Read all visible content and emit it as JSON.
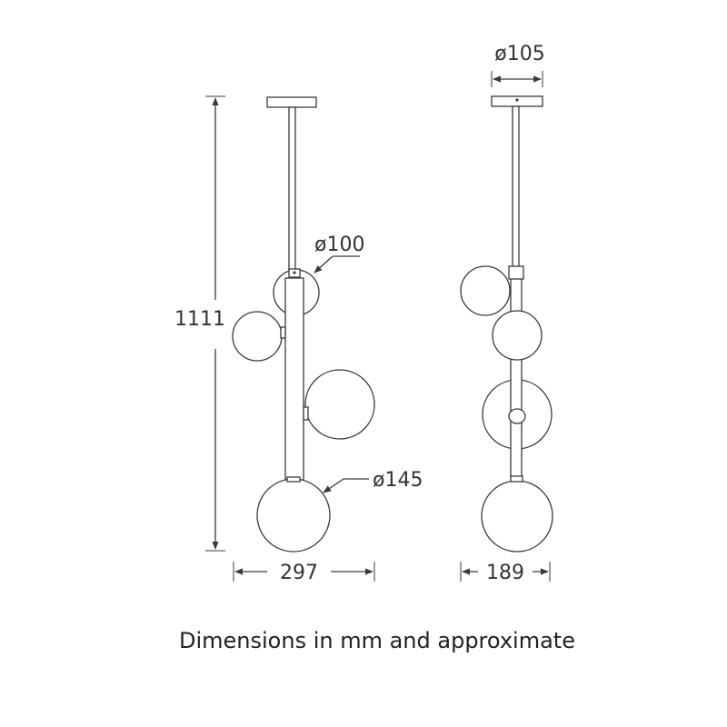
{
  "colors": {
    "line": "#3a3a3a",
    "text": "#333333",
    "background": "#ffffff"
  },
  "dimensions": {
    "height": "1111",
    "width_front": "297",
    "width_side": "189",
    "canopy_diameter": "ø105",
    "small_globe_diameter": "ø100",
    "large_globe_diameter": "ø145"
  },
  "caption": "Dimensions in mm and approximate"
}
